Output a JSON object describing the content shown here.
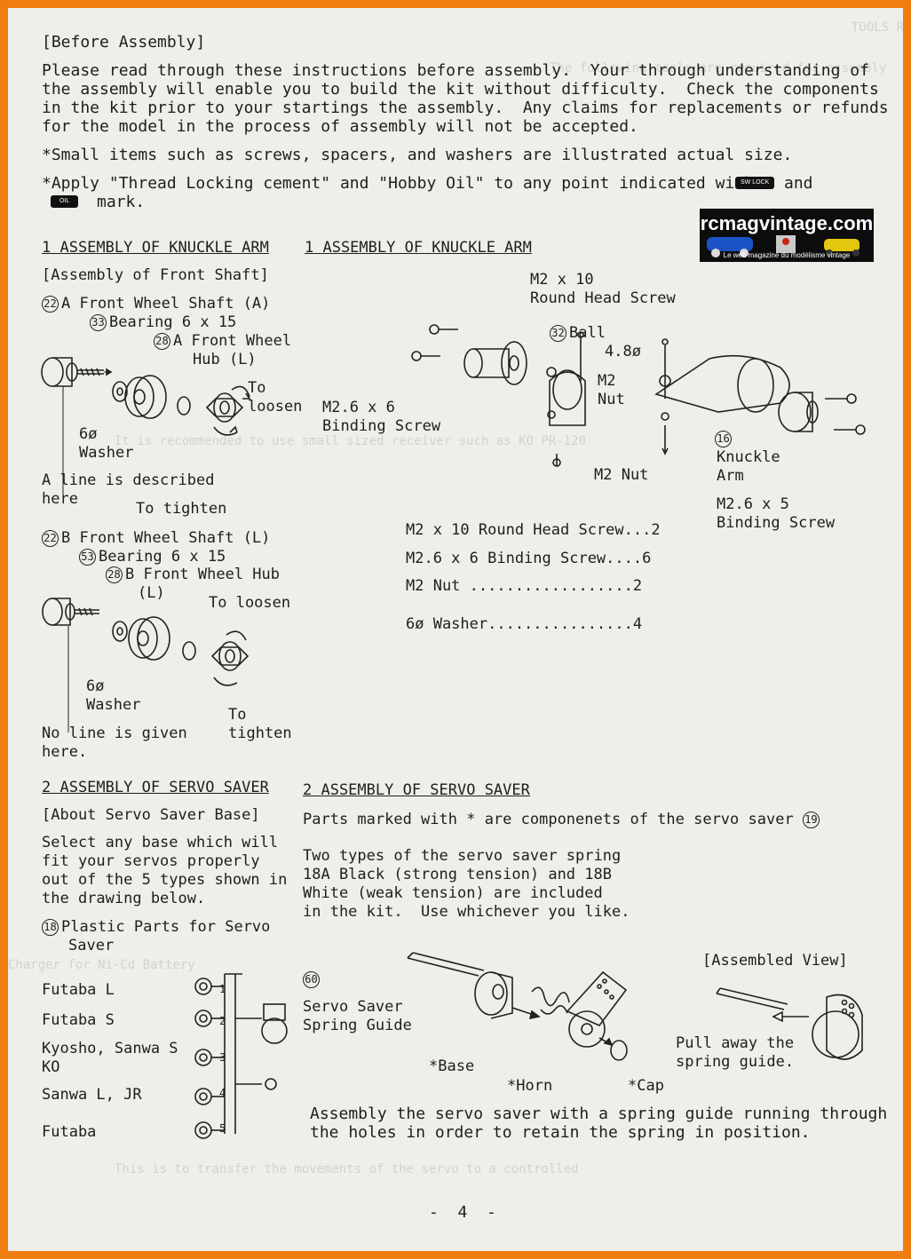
{
  "intro": {
    "heading": "[Before Assembly]",
    "lines": [
      "Please read through these instructions before assembly.  Your through understanding of",
      "the assembly will enable you to build the kit without difficulty.  Check the components",
      "in the kit prior to your startings the assembly.  Any claims for replacements or refunds",
      "for the model in the process of assembly will not be accepted."
    ],
    "small_items": "*Small items such as screws, spacers, and washers are illustrated actual size.",
    "apply_a": "*Apply \"Thread Locking cement\" and \"Hobby Oil\" to any point indicated with",
    "apply_and": "and",
    "apply_b": "mark.",
    "lock_badge": "SW LOCK",
    "oil_badge": "OIL"
  },
  "logo": {
    "name": "rcmagvintage.com",
    "tagline": "Le web magazine du modélisme vintage"
  },
  "s1": {
    "title_left": "1 ASSEMBLY OF KNUCKLE ARM",
    "title_right": "1 ASSEMBLY OF KNUCKLE ARM",
    "sub": "[Assembly of Front Shaft]",
    "a_num": "22",
    "a_label": "A Front Wheel Shaft (A)",
    "b33_num": "33",
    "b33_label": "Bearing 6 x 15",
    "h28a_num": "28",
    "h28a_l1": "A Front Wheel",
    "h28a_l2": "Hub (L)",
    "loosen1": "To",
    "loosen2": "loosen",
    "washer1": "6ø",
    "washer2": "Washer",
    "line1": "A line is described",
    "line2": "here",
    "tighten": "To tighten",
    "b_num": "22",
    "b_label": "B Front Wheel Shaft (L)",
    "b53_num": "53",
    "b53_label": "Bearing 6 x 15",
    "h28b_num": "28",
    "h28b_l1": "B Front Wheel Hub",
    "h28b_l2": "(L)",
    "loosenb": "To loosen",
    "washerb1": "6ø",
    "washerb2": "Washer",
    "noline1": "No line is given",
    "noline2": "here.",
    "tightb1": "To",
    "tightb2": "tighten",
    "m26_1": "M2.6 x 6",
    "m26_2": "Binding Screw",
    "m2x10_1": "M2 x 10",
    "m2x10_2": "Round Head Screw",
    "ball_num": "32",
    "ball_1": "Ball",
    "ball_2": "4.8ø",
    "m2nut_1": "M2",
    "m2nut_2": "Nut",
    "m2nut_b": "M2 Nut",
    "knuckle_num": "16",
    "knuckle_1": "Knuckle",
    "knuckle_2": "Arm",
    "m265_1": "M2.6 x 5",
    "m265_2": "Binding Screw",
    "parts": [
      "M2 x 10 Round Head Screw...2",
      "M2.6 x 6 Binding Screw....6",
      "M2 Nut ..................2",
      "6ø Washer................4"
    ]
  },
  "s2": {
    "title_left": "2 ASSEMBLY OF SERVO SAVER",
    "title_right": "2 ASSEMBLY OF SERVO SAVER",
    "sub": "[About Servo Saver Base]",
    "select": [
      "Select any base which will",
      "fit your servos properly",
      "out of the 5 types shown in",
      "the drawing below."
    ],
    "plastic_num": "18",
    "plastic_1": "Plastic Parts for Servo",
    "plastic_2": "Saver",
    "marked": "Parts marked with * are componenets of the servo saver",
    "marked_num": "19",
    "types": [
      "Two types of the servo saver spring",
      "18A Black (strong tension) and 18B",
      "White (weak tension) are included",
      "in the kit.  Use whichever you like."
    ],
    "servos": [
      "Futaba L",
      "Futaba S",
      "Kyosho, Sanwa S",
      "KO",
      "Sanwa L, JR",
      "Futaba"
    ],
    "tree_nums": [
      "1",
      "2",
      "3",
      "4",
      "5"
    ],
    "guide_num": "60",
    "guide_1": "Servo Saver",
    "guide_2": "Spring Guide",
    "base": "*Base",
    "horn": "*Horn",
    "cap": "*Cap",
    "assembled": "[Assembled View]",
    "pull_1": "Pull away the",
    "pull_2": "spring guide.",
    "assembly_1": "Assembly the servo saver with a spring guide running through",
    "assembly_2": "the holes in order to retain the spring in position."
  },
  "page_number": "-  4  -"
}
